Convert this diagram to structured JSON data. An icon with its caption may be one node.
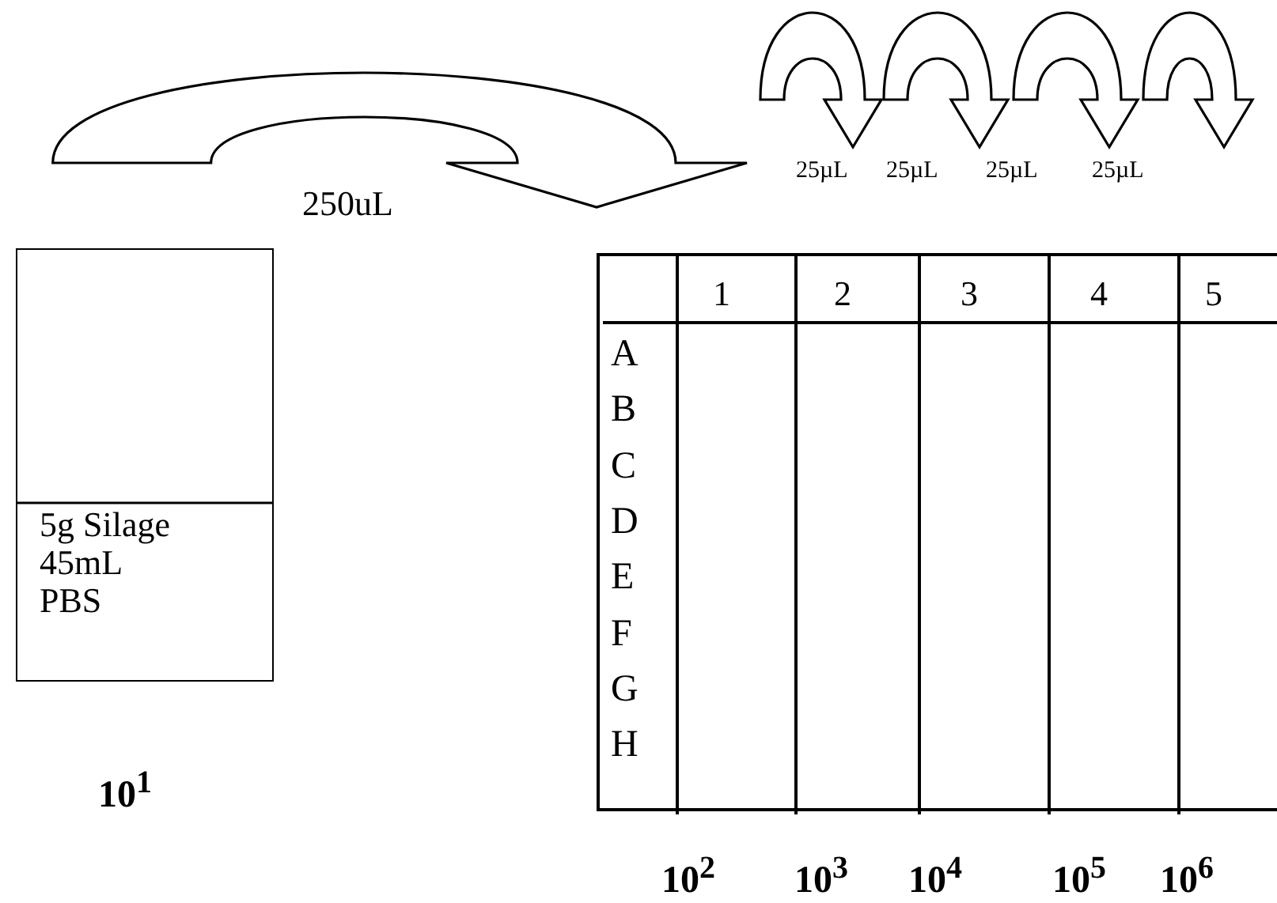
{
  "diagram": {
    "nodes": [
      {
        "text": [
          "5g Silage 45mL PBS"
        ],
        "beside": [
          "10$^{1}$"
        ]
      },
      {
        "text": [],
        "shape": "box"
      },
      {
        "text": [
          "1"
        ],
        "in": 1,
        "beside": [
          "10$^{2}$"
        ]
      },
      {
        "text": [
          "2"
        ],
        "in": 1,
        "beside": [
          "10$^{3}$"
        ]
      },
      {
        "text": [
          "3"
        ],
        "in": 1,
        "beside": [
          "10$^{4}$"
        ]
      },
      {
        "text": [
          "4"
        ],
        "in": 1,
        "beside": [
          "10$^{5}$"
        ]
      },
      {
        "text": [
          "5"
        ],
        "in": 1,
        "beside": [
          "10$^{6}$"
        ]
      }
    ],
    "edges": [
      {
        "from": 0,
        "to": 1,
        "arrow": "to",
        "label": "250uL"
      },
      {
        "from": 2,
        "to": 3,
        "arrow": "to",
        "label": "25µL"
      },
      {
        "from": 3,
        "to": 4,
        "arrow": "to",
        "label": "25µL"
      },
      {
        "from": 4,
        "to": 5,
        "arrow": "to",
        "label": "25µL"
      },
      {
        "from": 5,
        "to": 6,
        "arrow": "to",
        "label": "25µL"
      }
    ],
    "labels": [
      "A",
      "B",
      "C",
      "D",
      "E",
      "F",
      "G",
      "H"
    ]
  }
}
